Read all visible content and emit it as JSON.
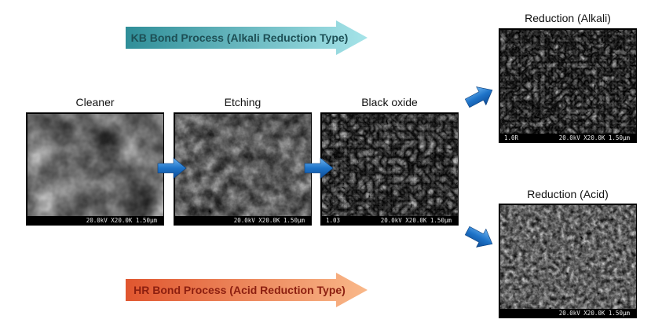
{
  "banners": {
    "kb": {
      "label": "KB Bond Process (Alkali Reduction Type)",
      "color_start": "#2f8e98",
      "color_end": "#a6e4e9"
    },
    "hr": {
      "label": "HR Bond Process (Acid Reduction Type)",
      "color_start": "#e0562f",
      "color_end": "#f9b889"
    }
  },
  "stages": {
    "cleaner": {
      "caption": "Cleaner",
      "left_text": "",
      "right_text": "20.0kV X20.0K 1.50µm"
    },
    "etching": {
      "caption": "Etching",
      "left_text": "",
      "right_text": "20.0kV X20.0K 1.50µm"
    },
    "black_oxide": {
      "caption": "Black oxide",
      "left_text": "1.03",
      "right_text": "20.0kV X20.0K 1.50µm"
    },
    "reduction_alkali": {
      "caption": "Reduction (Alkali)",
      "left_text": "1.0R",
      "right_text": "20.0kV X20.0K 1.50µm"
    },
    "reduction_acid": {
      "caption": "Reduction (Acid)",
      "left_text": "",
      "right_text": "20.0kV X20.0K 1.50µm"
    }
  },
  "arrow_color": "#1e73c8"
}
